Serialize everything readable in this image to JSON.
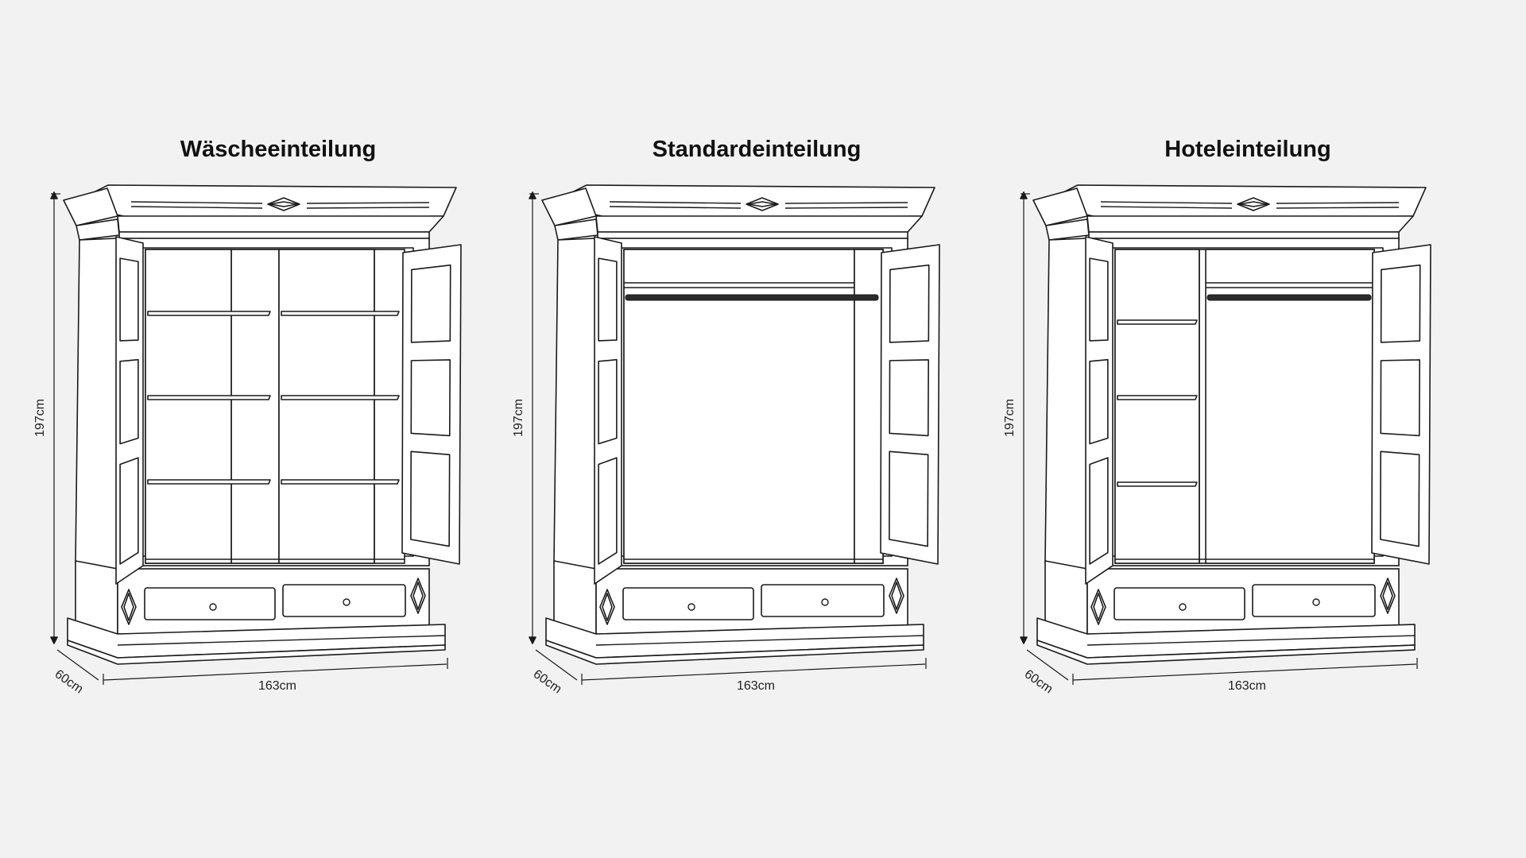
{
  "panels": [
    {
      "id": "waesche",
      "title": "Wäscheeinteilung",
      "layout": "shelves-both"
    },
    {
      "id": "standard",
      "title": "Standardeinteilung",
      "layout": "rail"
    },
    {
      "id": "hotel",
      "title": "Hoteleinteilung",
      "layout": "shelves-left-rail-right"
    }
  ],
  "dimensions": {
    "height": "197cm",
    "depth": "60cm",
    "width": "163cm"
  },
  "colors": {
    "background": "#f2f2f2",
    "line": "#1a1a1a",
    "fill": "#ffffff",
    "rail": "#2b2b2b"
  }
}
